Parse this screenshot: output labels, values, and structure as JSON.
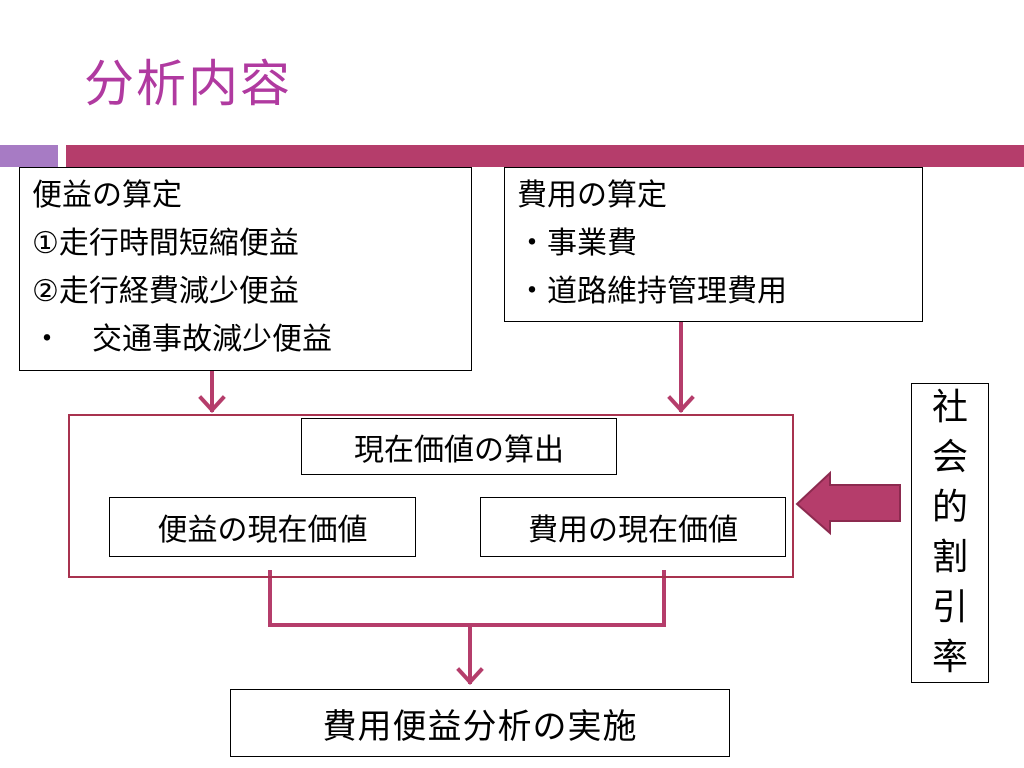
{
  "slide": {
    "title": "分析内容"
  },
  "benefit_box": {
    "lines": [
      "便益の算定",
      "①走行時間短縮便益",
      "②走行経費減少便益",
      "・　交通事故減少便益"
    ]
  },
  "cost_box": {
    "lines": [
      "費用の算定",
      "・事業費",
      "・道路維持管理費用"
    ]
  },
  "present_value": {
    "title": "現在価値の算出",
    "benefit": "便益の現在価値",
    "cost": "費用の現在価値"
  },
  "discount_rate": {
    "chars": [
      "社",
      "会",
      "的",
      "割",
      "引",
      "率"
    ]
  },
  "result": {
    "label": "費用便益分析の実施"
  },
  "colors": {
    "title": "#b03aa0",
    "band_left": "#a77bc4",
    "band_main": "#b53d6b",
    "arrow": "#b53d6b",
    "frame": "#a8324f"
  }
}
